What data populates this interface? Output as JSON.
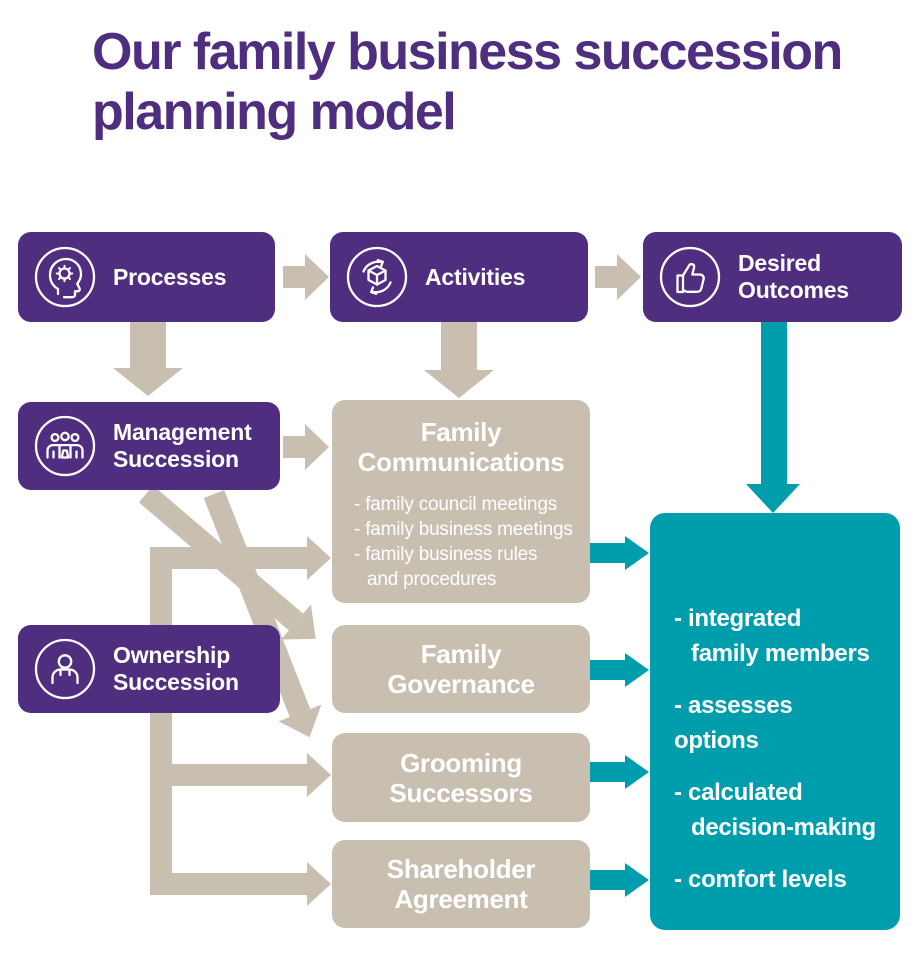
{
  "title": {
    "text": "Our family business succession planning model"
  },
  "colors": {
    "purple": "#4F2D7F",
    "tan": "#C9BFB1",
    "teal": "#009EAD",
    "white": "#FFFFFF"
  },
  "nodes": {
    "processes": {
      "label": "Processes",
      "icon": "head-gear-icon"
    },
    "activities": {
      "label": "Activities",
      "icon": "cycle-cube-icon"
    },
    "desired_outcomes": {
      "line1": "Desired",
      "line2": "Outcomes",
      "icon": "thumbs-up-icon"
    },
    "management_succession": {
      "line1": "Management",
      "line2": "Succession",
      "icon": "team-icon"
    },
    "ownership_succession": {
      "line1": "Ownership",
      "line2": "Succession",
      "icon": "person-icon"
    },
    "family_communications": {
      "line1": "Family",
      "line2": "Communications",
      "bullets": [
        "- family council meetings",
        "- family business meetings",
        "- family business rules",
        "and procedures"
      ]
    },
    "family_governance": {
      "line1": "Family",
      "line2": "Governance"
    },
    "grooming_successors": {
      "line1": "Grooming",
      "line2": "Successors"
    },
    "shareholder_agreement": {
      "line1": "Shareholder",
      "line2": "Agreement"
    },
    "outcomes": {
      "lines": [
        "- integrated",
        "family members",
        "- assesses options",
        "- calculated",
        "decision-making",
        "- comfort levels"
      ]
    }
  },
  "edges": [
    {
      "from": "Processes",
      "to": "Activities",
      "color": "tan"
    },
    {
      "from": "Activities",
      "to": "Desired Outcomes",
      "color": "tan"
    },
    {
      "from": "Processes",
      "to": "Management Succession",
      "color": "tan"
    },
    {
      "from": "Activities",
      "to": "Family Communications",
      "color": "tan"
    },
    {
      "from": "Management Succession",
      "to": "Family Communications",
      "color": "tan"
    },
    {
      "from": "Management Succession",
      "to": "Family Governance",
      "color": "tan"
    },
    {
      "from": "Management Succession",
      "to": "Grooming Successors",
      "color": "tan"
    },
    {
      "from": "Ownership Succession",
      "to": "Family Communications",
      "color": "tan"
    },
    {
      "from": "Ownership Succession",
      "to": "Grooming Successors",
      "color": "tan"
    },
    {
      "from": "Ownership Succession",
      "to": "Shareholder Agreement",
      "color": "tan"
    },
    {
      "from": "Family Communications",
      "to": "Outcomes",
      "color": "teal"
    },
    {
      "from": "Family Governance",
      "to": "Outcomes",
      "color": "teal"
    },
    {
      "from": "Grooming Successors",
      "to": "Outcomes",
      "color": "teal"
    },
    {
      "from": "Shareholder Agreement",
      "to": "Outcomes",
      "color": "teal"
    },
    {
      "from": "Desired Outcomes",
      "to": "Outcomes",
      "color": "teal"
    }
  ]
}
